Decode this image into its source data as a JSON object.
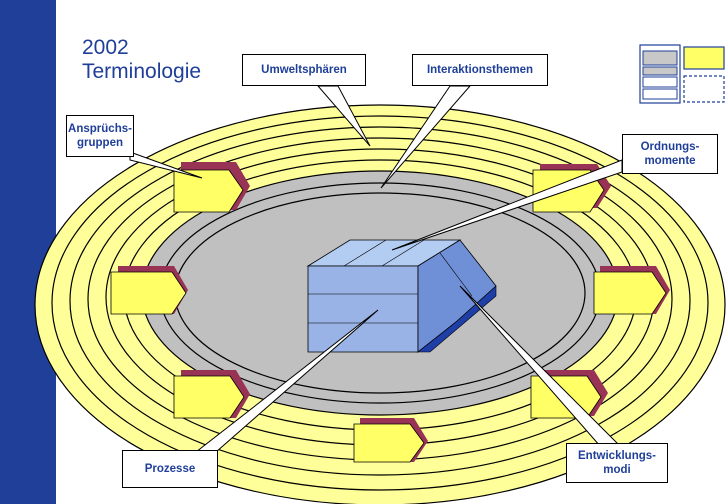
{
  "slide": {
    "year": "2002",
    "heading": "Terminologie"
  },
  "callouts": {
    "umweltsphaeren": "Umweltsphären",
    "interaktionsthemen": "Interaktionsthemen",
    "anspruchsgruppen": "Ansprüchs-\ngruppen",
    "ordnungsmomente": "Ordnungs-\nmomente",
    "entwicklungsmodi": "Entwicklungs-\nmodi",
    "prozesse": "Prozesse"
  },
  "colors": {
    "accent_blue": "#1f3f99",
    "outer_ring_yellow": "#ffff99",
    "inner_gray": "#c0c0c0",
    "box_light_blue": "#99b3e6",
    "box_dark_blue": "#1f3fa8",
    "tab_maroon": "#993355",
    "legend_yellow": "#ffff66"
  },
  "icons": [
    "legend-grid-icon"
  ]
}
